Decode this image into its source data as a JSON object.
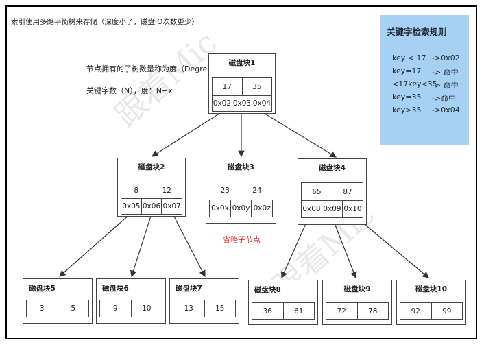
{
  "heading": "索引使用多路平衡树来存储（深度小了，磁盘IO次数更少）",
  "notes": {
    "degree": "节点拥有的子树数量称为度（Degree）",
    "keys": "关键字数（N），度：N+x"
  },
  "omitted_label": "省略子节点",
  "rules_panel": {
    "title": "关键字检索规则",
    "rules": [
      {
        "cond": "key < 17",
        "result": "->0x02"
      },
      {
        "cond": "key=17",
        "result": "-> 命中"
      },
      {
        "cond": "<17key<35",
        "result": "-> 命中"
      },
      {
        "cond": "key=35",
        "result": "->命中"
      },
      {
        "cond": "key>35",
        "result": "->0x04"
      }
    ]
  },
  "blocks": {
    "b1": {
      "title": "磁盘块1",
      "keys": [
        "17",
        "35"
      ],
      "pointers": [
        "0x02",
        "0x03",
        "0x04"
      ]
    },
    "b2": {
      "title": "磁盘块2",
      "keys": [
        "8",
        "12"
      ],
      "pointers": [
        "0x05",
        "0x06",
        "0x07"
      ]
    },
    "b3": {
      "title": "磁盘块3",
      "keys": [
        "23",
        "24"
      ],
      "pointers": [
        "0x0x",
        "0x0y",
        "0x0z"
      ]
    },
    "b4": {
      "title": "磁盘块4",
      "keys": [
        "65",
        "87"
      ],
      "pointers": [
        "0x08",
        "0x09",
        "0x10"
      ]
    },
    "b5": {
      "title": "磁盘块5",
      "keys": [
        "3",
        "5"
      ]
    },
    "b6": {
      "title": "磁盘块6",
      "keys": [
        "9",
        "10"
      ]
    },
    "b7": {
      "title": "磁盘块7",
      "keys": [
        "13",
        "15"
      ]
    },
    "b8": {
      "title": "磁盘块8",
      "keys": [
        "36",
        "61"
      ]
    },
    "b9": {
      "title": "磁盘块9",
      "keys": [
        "72",
        "78"
      ]
    },
    "b10": {
      "title": "磁盘块10",
      "keys": [
        "92",
        "99"
      ]
    }
  }
}
